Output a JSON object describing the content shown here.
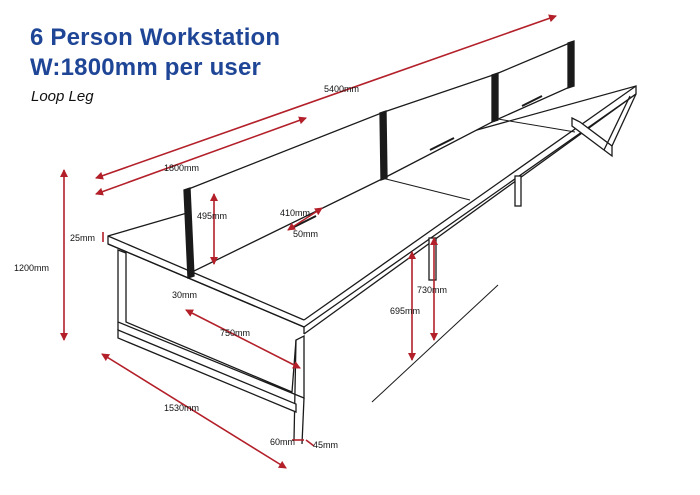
{
  "header": {
    "title": "6 Person Workstation",
    "subtitle": "W:1800mm per user",
    "leg_type": "Loop Leg"
  },
  "dimensions": {
    "total_length": "5400mm",
    "user_width": "1800mm",
    "screen_height": "495mm",
    "screen_thickness": "25mm",
    "overall_height": "1200mm",
    "cable_port_width": "410mm",
    "cable_port_depth": "50mm",
    "screen_offset": "30mm",
    "desk_depth_per_user": "750mm",
    "desk_height": "730mm",
    "leg_clearance": "695mm",
    "overall_depth": "1530mm",
    "leg_width": "60mm",
    "leg_thickness": "45mm"
  },
  "colors": {
    "title": "#1f4696",
    "dimension_arrow": "#b3202a",
    "line": "#1a1a1a"
  }
}
